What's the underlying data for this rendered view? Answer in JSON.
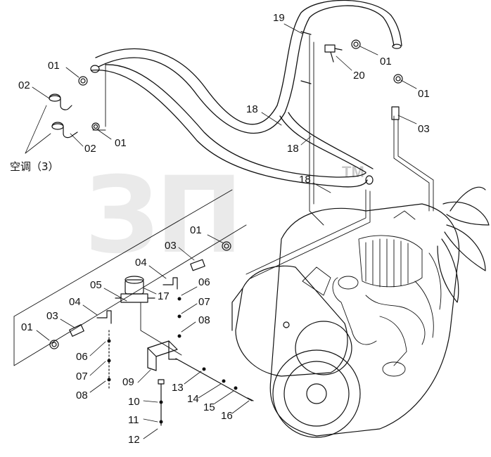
{
  "watermark": {
    "text": "ЗП",
    "mark": "TM"
  },
  "note": {
    "text": "空调（3）"
  },
  "callouts": [
    {
      "id": "c-01a",
      "text": "01"
    },
    {
      "id": "c-02a",
      "text": "02"
    },
    {
      "id": "c-02b",
      "text": "02"
    },
    {
      "id": "c-01b",
      "text": "01"
    },
    {
      "id": "c-19",
      "text": "19"
    },
    {
      "id": "c-01c",
      "text": "01"
    },
    {
      "id": "c-20",
      "text": "20"
    },
    {
      "id": "c-01d",
      "text": "01"
    },
    {
      "id": "c-03a",
      "text": "03"
    },
    {
      "id": "c-18a",
      "text": "18"
    },
    {
      "id": "c-18b",
      "text": "18"
    },
    {
      "id": "c-18c",
      "text": "18"
    },
    {
      "id": "c-01e",
      "text": "01"
    },
    {
      "id": "c-03b",
      "text": "03"
    },
    {
      "id": "c-04a",
      "text": "04"
    },
    {
      "id": "c-05",
      "text": "05"
    },
    {
      "id": "c-06a",
      "text": "06"
    },
    {
      "id": "c-07a",
      "text": "07"
    },
    {
      "id": "c-17",
      "text": "17"
    },
    {
      "id": "c-08a",
      "text": "08"
    },
    {
      "id": "c-04b",
      "text": "04"
    },
    {
      "id": "c-03c",
      "text": "03"
    },
    {
      "id": "c-01f",
      "text": "01"
    },
    {
      "id": "c-06b",
      "text": "06"
    },
    {
      "id": "c-07b",
      "text": "07"
    },
    {
      "id": "c-08b",
      "text": "08"
    },
    {
      "id": "c-09",
      "text": "09"
    },
    {
      "id": "c-13",
      "text": "13"
    },
    {
      "id": "c-10",
      "text": "10"
    },
    {
      "id": "c-14",
      "text": "14"
    },
    {
      "id": "c-15",
      "text": "15"
    },
    {
      "id": "c-16",
      "text": "16"
    },
    {
      "id": "c-11",
      "text": "11"
    },
    {
      "id": "c-12",
      "text": "12"
    }
  ]
}
